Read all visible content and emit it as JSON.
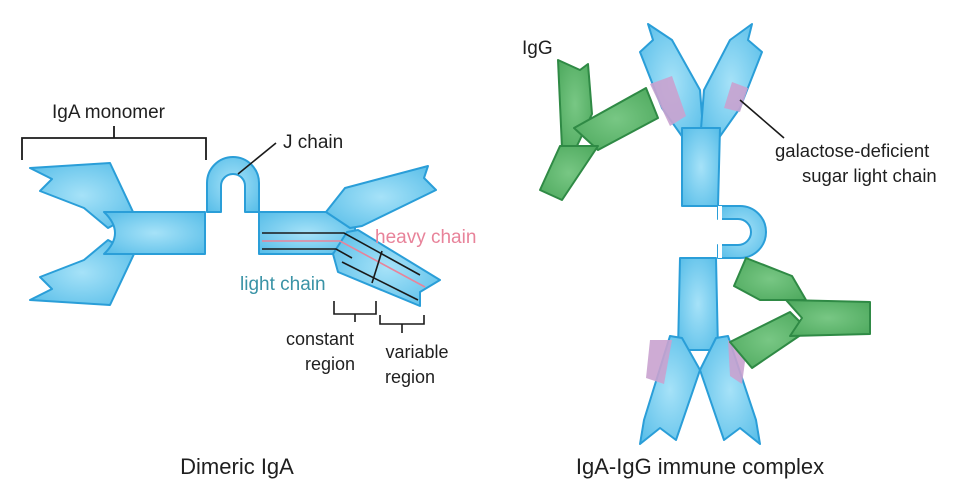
{
  "colors": {
    "antibody_fill": "#6cc7ec",
    "antibody_stroke": "#2a9ed8",
    "igg_fill": "#5db86c",
    "igg_stroke": "#2f8a45",
    "galactose_patch": "#c9a2cf",
    "heavy_chain_label": "#e8839a",
    "light_chain_label": "#3a93a6",
    "text": "#1f1f1f",
    "bracket": "#1a1a1a"
  },
  "left_panel": {
    "caption": "Dimeric IgA",
    "igA_monomer_label": "IgA monomer",
    "j_chain_label": "J chain",
    "heavy_chain_label": "heavy chain",
    "light_chain_label": "light chain",
    "constant_region_line1": "constant",
    "constant_region_line2": "region",
    "variable_region_line1": "variable",
    "variable_region_line2": "region"
  },
  "right_panel": {
    "caption": "IgA-IgG immune complex",
    "igg_label": "IgG",
    "galactose_line1": "galactose-deficient",
    "galactose_line2": "sugar light chain"
  }
}
